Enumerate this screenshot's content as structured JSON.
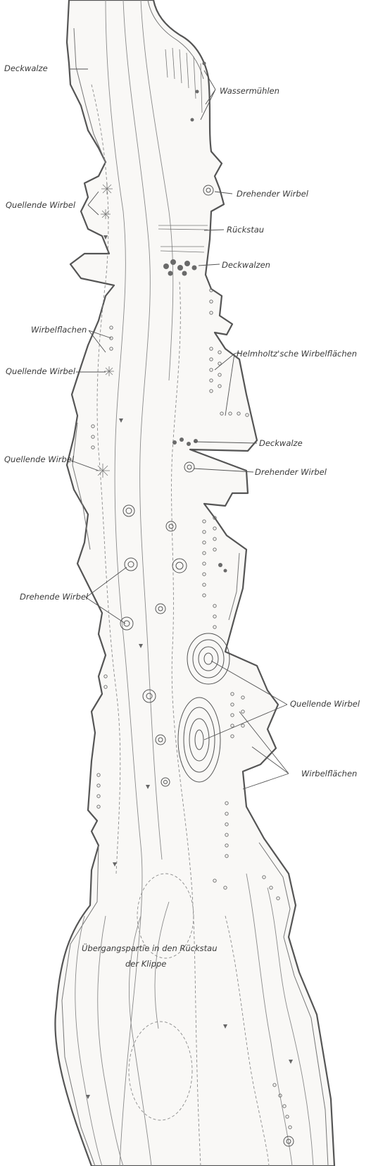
{
  "labels": {
    "deckwalze_top": "Deckwalze",
    "wassermuehlen": "Wassermühlen",
    "quellende_wirbel_1": "Quellende Wirbel",
    "drehender_wirbel_1": "Drehender Wirbel",
    "rueckstau": "Rückstau",
    "deckwalzen": "Deckwalzen",
    "wirbelflaechen_1": "Wirbelflachen",
    "helmholtz": "Helmholtz'sche Wirbelflächen",
    "quellende_wirbel_2": "Quellende Wirbel",
    "deckwalze_mid": "Deckwalze",
    "quellende_wirbel_3": "Quellende Wirbel",
    "drehender_wirbel_2": "Drehender Wirbel",
    "drehende_wirbel": "Drehende Wirbel",
    "quellende_wirbel_4": "Quellende Wirbel",
    "wirbelflaechen_2": "Wirbelflächen",
    "uebergang_1": "Übergangspartie in den Rückstau",
    "uebergang_2": "der Klippe"
  }
}
